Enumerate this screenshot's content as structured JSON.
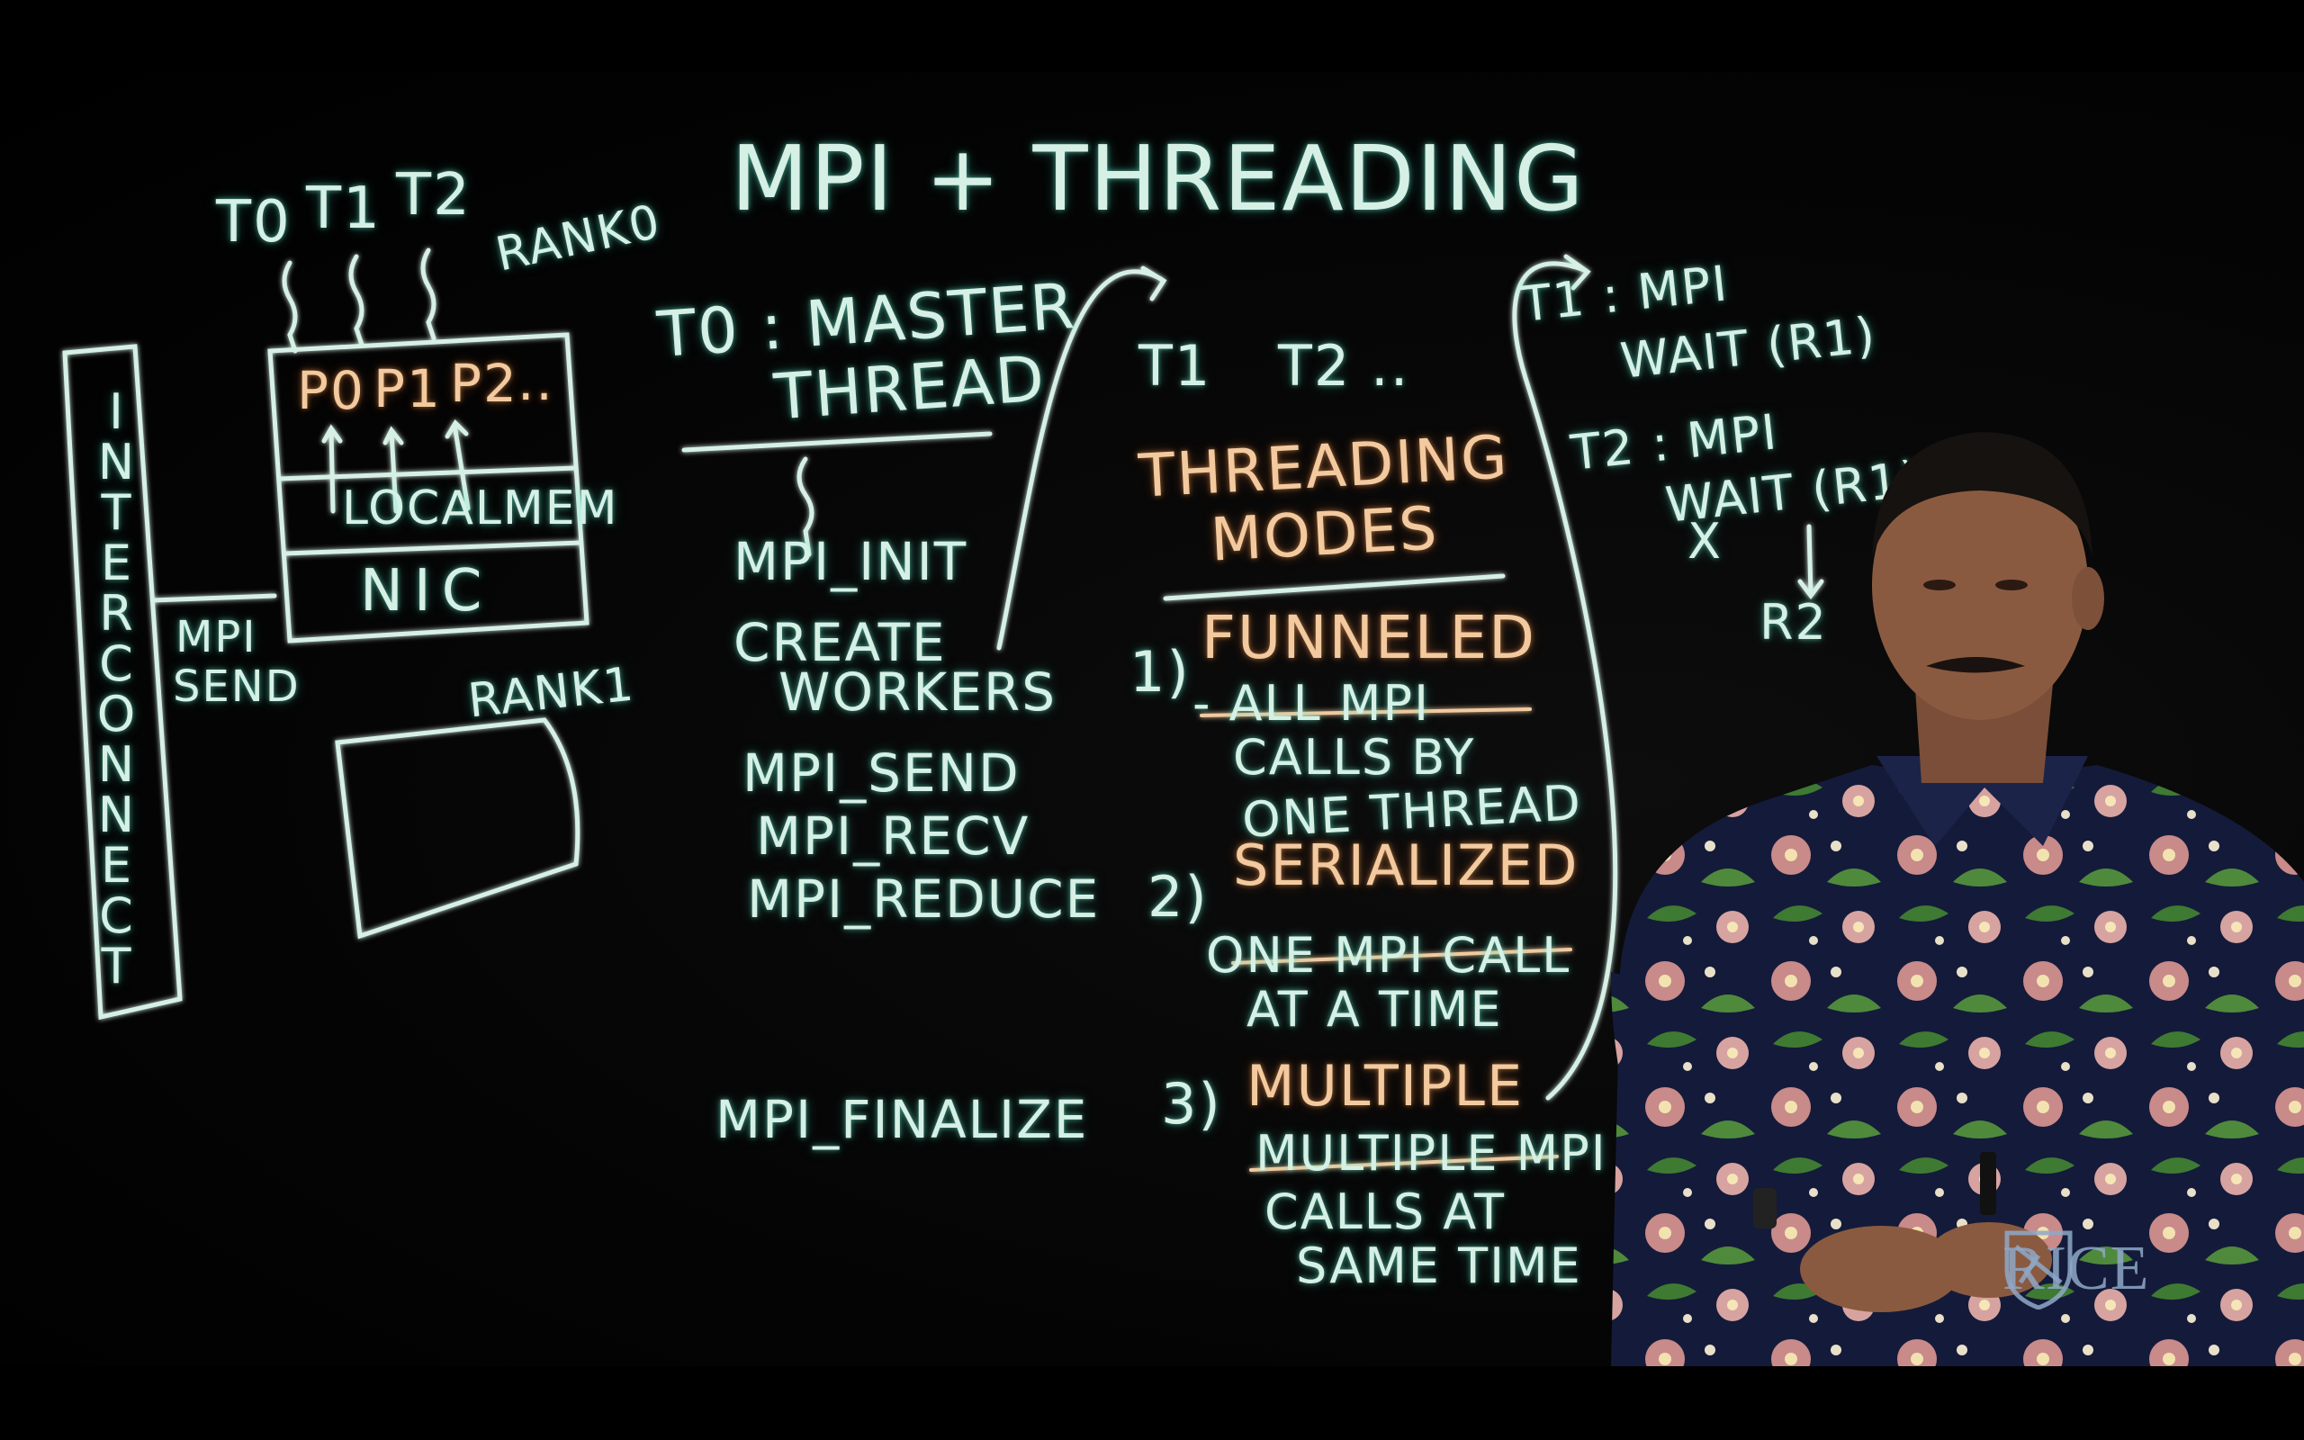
{
  "board": {
    "title": "MPI + THREADING",
    "left": {
      "threads_top": [
        "T0",
        "T1",
        "T2"
      ],
      "rank0": "RANK0",
      "procs": [
        "P0",
        "P1",
        "P2",
        ".."
      ],
      "localmem": "LOCALMEM",
      "nic": "NIC",
      "interconnect": "INTERCONNECT",
      "mpi_send": [
        "MPI",
        "SEND"
      ],
      "rank1": "RANK1"
    },
    "middle": {
      "master": [
        "T0 : MASTER",
        "THREAD"
      ],
      "calls": [
        "MPI_INIT",
        "CREATE",
        "WORKERS",
        "MPI_SEND",
        "MPI_RECV",
        "MPI_REDUCE",
        "MPI_FINALIZE"
      ],
      "workers": [
        "T1",
        "T2 .."
      ]
    },
    "modes": {
      "heading": [
        "THREADING",
        "MODES"
      ],
      "m1_num": "1)",
      "m1": "FUNNELED",
      "m1_desc": [
        "- ALL MPI",
        "CALLS BY",
        "ONE THREAD"
      ],
      "m2_num": "2)",
      "m2": "SERIALIZED",
      "m2_desc": [
        "ONE MPI CALL",
        "AT A TIME"
      ],
      "m3_num": "3)",
      "m3": "MULTIPLE",
      "m3_desc": [
        "MULTIPLE MPI",
        "CALLS AT",
        "SAME TIME"
      ]
    },
    "right": {
      "t1": [
        "T1 : MPI",
        "WAIT (R1)"
      ],
      "t2": [
        "T2 : MPI",
        "WAIT (R1)",
        "X",
        "R2"
      ]
    }
  },
  "watermark": "RICE",
  "colors": {
    "chalk": "#d6f0e6",
    "accent": "#f3caa0",
    "background": "#000000"
  }
}
